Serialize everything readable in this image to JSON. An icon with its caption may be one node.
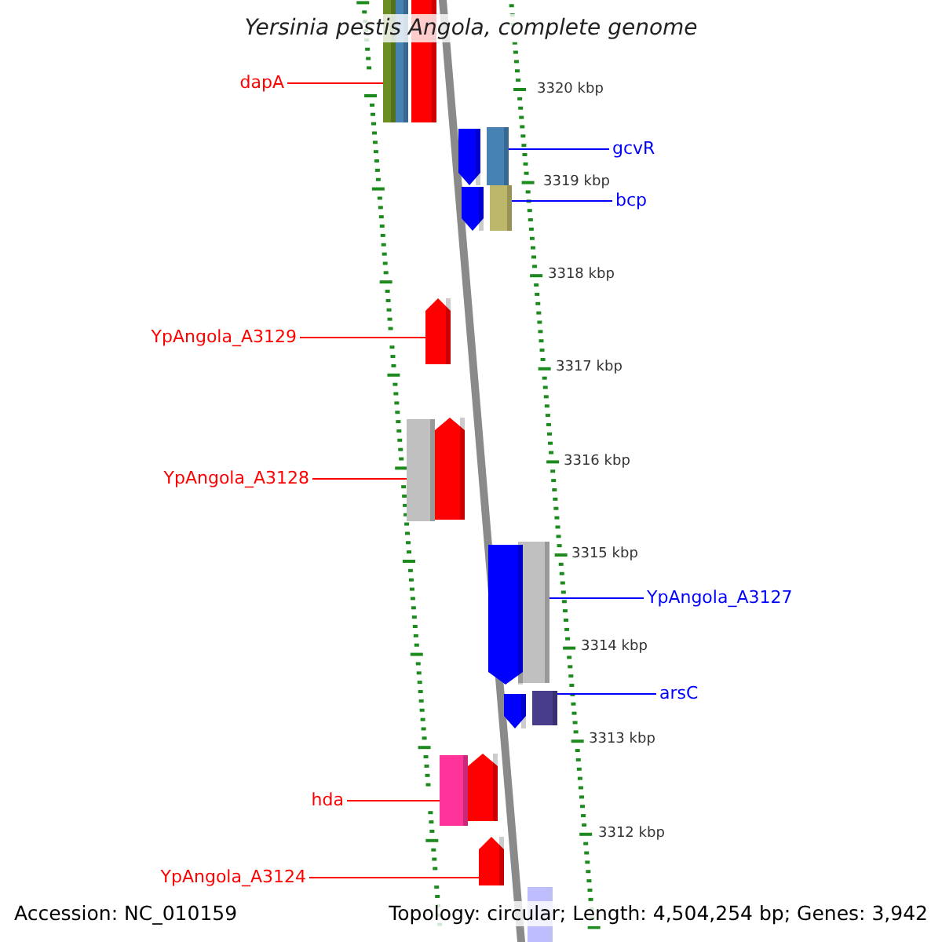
{
  "diagram": {
    "title": "Yersinia pestis Angola, complete genome",
    "nodes": [
      {
        "text": [
          "dapA"
        ]
      },
      {
        "text": [
          "gcvR"
        ]
      },
      {
        "text": [
          "bcp"
        ]
      },
      {
        "text": [
          "YpAngola_A3129"
        ]
      },
      {
        "text": [
          "YpAngola_A3128"
        ]
      },
      {
        "text": [
          "YpAngola_A3127"
        ]
      },
      {
        "text": [
          "arsC"
        ]
      },
      {
        "text": [
          "hda"
        ]
      },
      {
        "text": [
          "YpAngola_A3124"
        ]
      },
      {
        "text": [],
        "shape": "bar"
      },
      {
        "text": [],
        "shape": "bar"
      },
      {
        "text": [],
        "shape": "bar"
      },
      {
        "text": [],
        "shape": "pentagon"
      },
      {
        "text": [],
        "shape": "bar"
      },
      {
        "text": [],
        "shape": "pentagon"
      },
      {
        "text": [],
        "shape": "bar"
      },
      {
        "text": [],
        "shape": "pentagon"
      },
      {
        "text": [],
        "shape": "bar"
      },
      {
        "text": [],
        "shape": "pentagon"
      },
      {
        "text": [],
        "shape": "bar"
      },
      {
        "text": [],
        "shape": "pentagon"
      },
      {
        "text": [],
        "shape": "pentagon"
      },
      {
        "text": [],
        "shape": "bar"
      },
      {
        "text": [],
        "shape": "bar"
      },
      {
        "text": [],
        "shape": "pentagon"
      },
      {
        "text": [],
        "shape": "pentagon"
      },
      {
        "text": [],
        "shape": "bar"
      }
    ],
    "edges": [
      {
        "from": 0,
        "to": 9,
        "arrow": "none"
      },
      {
        "from": 1,
        "to": 13,
        "arrow": "none",
        "color": "#0000ff"
      },
      {
        "from": 2,
        "to": 15,
        "arrow": "none",
        "color": "#0000ff"
      },
      {
        "from": 3,
        "to": 16,
        "arrow": "none"
      },
      {
        "from": 4,
        "to": 17,
        "arrow": "none"
      },
      {
        "from": 5,
        "to": 19,
        "arrow": "none",
        "color": "#0000ff"
      },
      {
        "from": 6,
        "to": 22,
        "arrow": "none",
        "color": "#0000ff"
      },
      {
        "from": 7,
        "to": 23,
        "arrow": "none"
      },
      {
        "from": 8,
        "to": 25,
        "arrow": "none"
      }
    ],
    "labels": [
      "3320 kbp",
      "3319 kbp",
      "3318 kbp",
      "3317 kbp",
      "3316 kbp",
      "3315 kbp",
      "3314 kbp",
      "3313 kbp",
      "3312 kbp",
      "Accession: NC_010159",
      "Topology: circular; Length: 4,504,254 bp; Genes: 3,942"
    ]
  }
}
